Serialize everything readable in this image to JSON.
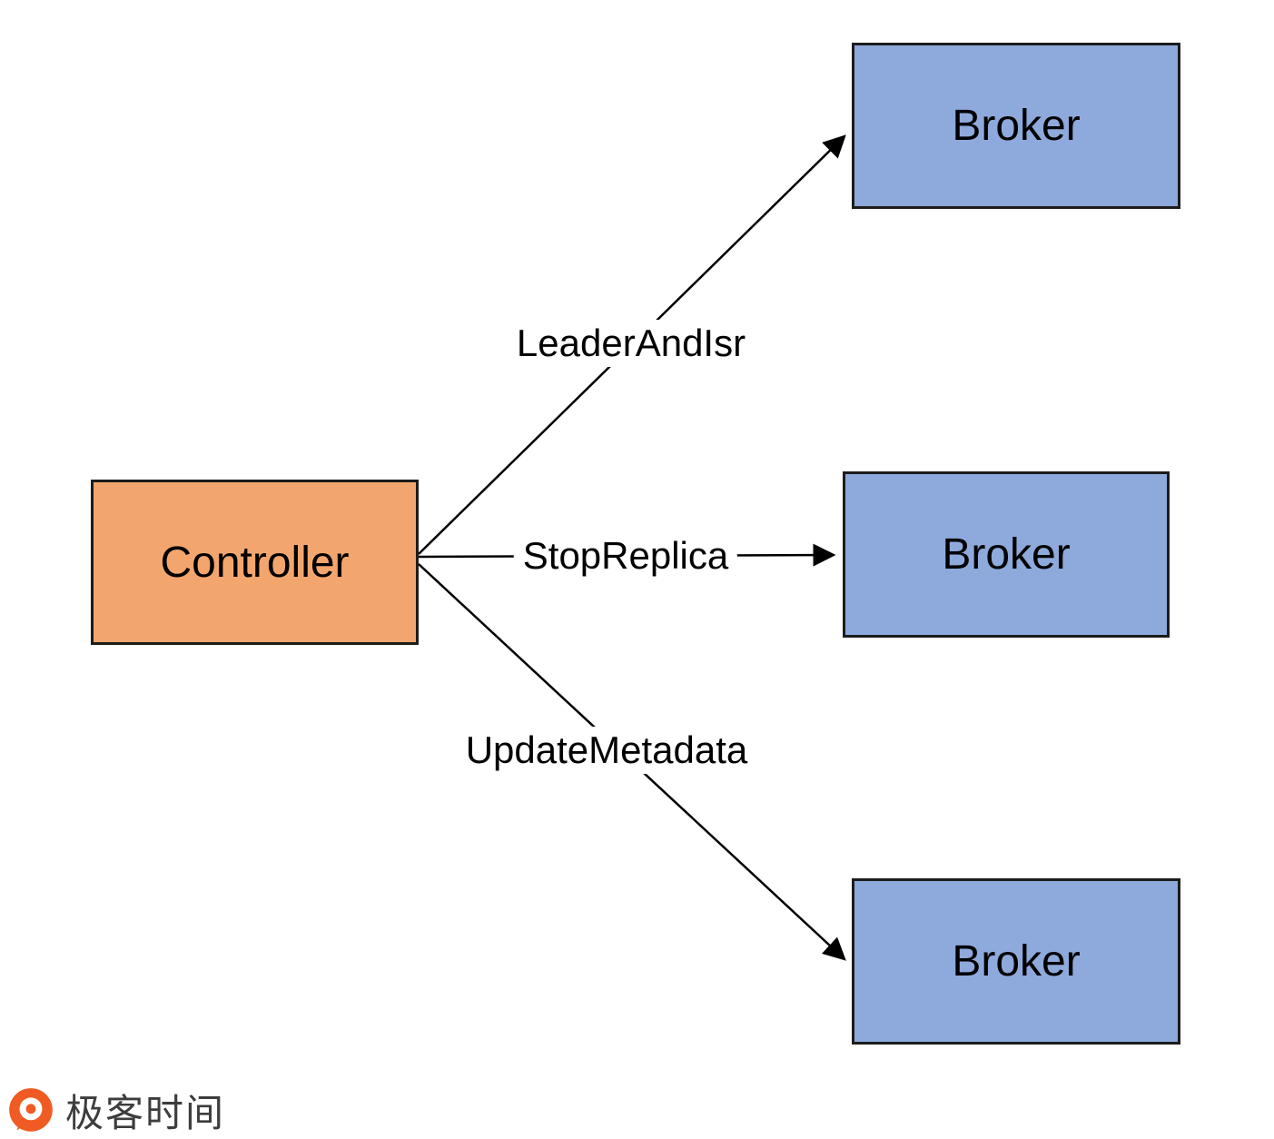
{
  "diagram": {
    "controller": {
      "label": "Controller"
    },
    "brokers": [
      {
        "label": "Broker"
      },
      {
        "label": "Broker"
      },
      {
        "label": "Broker"
      }
    ],
    "edges": [
      {
        "label": "LeaderAndIsr"
      },
      {
        "label": "StopReplica"
      },
      {
        "label": "UpdateMetadata"
      }
    ],
    "colors": {
      "controller_fill": "#f2a66e",
      "broker_fill": "#8ea9db",
      "border": "#1c1c1c",
      "arrow": "#000000"
    }
  },
  "footer": {
    "brand": "极客时间",
    "brand_color": "#f05a23"
  }
}
